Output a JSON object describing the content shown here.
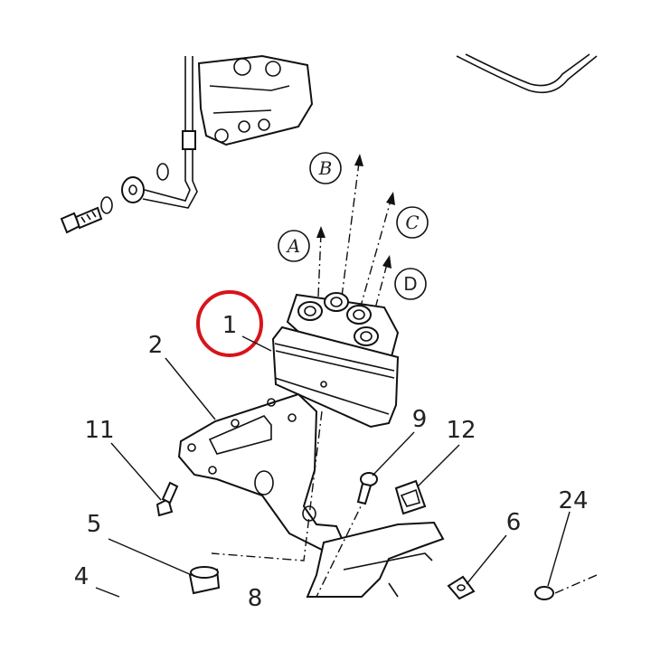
{
  "callouts": {
    "c1": "1",
    "c2": "2",
    "c4": "4",
    "c5": "5",
    "c6": "6",
    "c8": "8",
    "c9": "9",
    "c11": "11",
    "c12": "12",
    "c24": "24"
  },
  "connections": {
    "a": "A",
    "b": "B",
    "c": "C",
    "d": "D"
  },
  "colors": {
    "highlight": "#d7141c",
    "line": "#111111"
  }
}
